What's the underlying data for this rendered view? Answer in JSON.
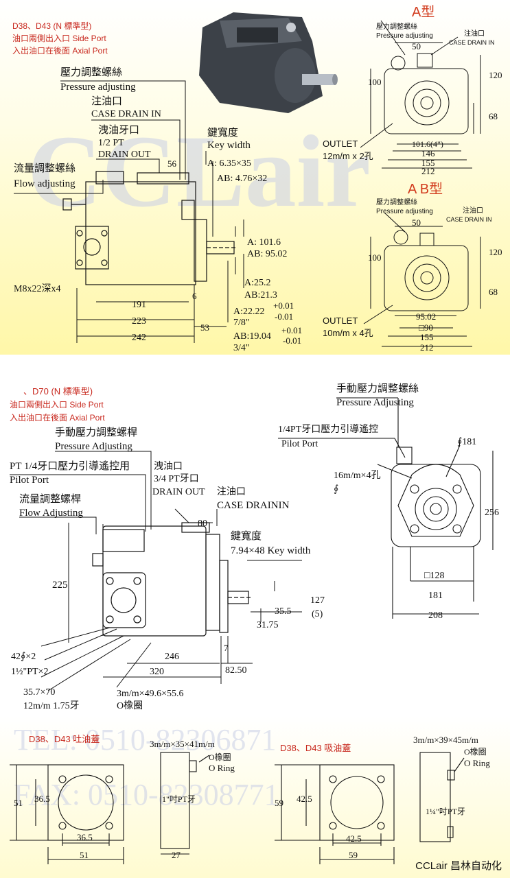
{
  "top": {
    "title_lines": [
      "D38、D43 (N 標準型)",
      "油口兩側出入口 Side Port",
      "入出油口在後面 Axial Port"
    ],
    "labels": {
      "pressure_zh": "壓力調整螺絲",
      "pressure_en": "Pressure adjusting",
      "drain_zh": "注油口",
      "drain_en": "CASE DRAIN IN",
      "drainout_zh": "洩油牙口",
      "drainout_pt": "1/2 PT",
      "drainout_en": "DRAIN OUT",
      "key_zh": "鍵寬度",
      "key_en": "Key width",
      "key_a": "A: 6.35×35",
      "key_ab": "AB: 4.76×32",
      "flow_zh": "流量調整螺絲",
      "flow_en": "Flow adjusting",
      "bolt": "M8x22深x4",
      "d56": "56",
      "a_1016": "A: 101.6",
      "ab_9502": "AB: 95.02",
      "a_252": "A:25.2",
      "ab_213": "AB:21.3",
      "a_2222": "A:22.22",
      "tol_a_plus": "+0.01",
      "tol_a_minus": "-0.01",
      "a_inch": "7/8\"",
      "ab_1904": "AB:19.04",
      "tol_ab_plus": "+0.01",
      "tol_ab_minus": "-0.01",
      "ab_inch": "3/4\"",
      "d6": "6",
      "d191": "191",
      "d223": "223",
      "d242": "242",
      "d53": "53"
    },
    "a_type": {
      "title": "A型",
      "pressure_zh": "壓力調整螺絲",
      "pressure_en": "Pressure adjusting",
      "drain_zh": "注油口",
      "drain_en": "CASE DRAIN IN",
      "d50": "50",
      "d100": "100",
      "d120": "120",
      "d68": "68",
      "d1016": "101.6(4\")",
      "d146": "146",
      "d155": "155",
      "d212": "212",
      "outlet": "OUTLET",
      "outlet_spec": "12m/m x 2孔"
    },
    "ab_type": {
      "title": "A B型",
      "pressure_zh": "壓力調整螺絲",
      "pressure_en": "Pressure adjusting",
      "drain_zh": "注油口",
      "drain_en": "CASE DRAIN IN",
      "d50": "50",
      "d100": "100",
      "d120": "120",
      "d68": "68",
      "d9502": "95.02",
      "d90": "□90",
      "d155": "155",
      "d212": "212",
      "outlet": "OUTLET",
      "outlet_spec": "10m/m x 4孔"
    }
  },
  "mid": {
    "title_lines": [
      "、D70 (N 標準型)",
      "油口兩側出入口 Side Port",
      "入出油口在後面 Axial Port"
    ],
    "labels": {
      "manual_zh": "手動壓力調整螺桿",
      "manual_en": "Pressure Adjusting",
      "pilot_zh": "PT 1/4牙口壓力引導遙控用",
      "pilot_en": "Pilot Port",
      "drainout_zh": "洩油口",
      "drainout_pt": "3/4 PT牙口",
      "drainout_en": "DRAIN  OUT",
      "drain_zh": "注油口",
      "drain_en": "CASE DRAININ",
      "flow_zh": "流量調整螺桿",
      "flow_en": "Flow Adjusting",
      "key_zh": "鍵寬度",
      "key_spec": "7.94×48 Key  width",
      "d80": "80",
      "d225": "225",
      "d127": "127",
      "d5": "(5)",
      "d355": "35.5",
      "d3175": "31.75",
      "d42": "42∮×2",
      "d112pt": "1½\"PT×2",
      "d246": "246",
      "d7": "7",
      "d320": "320",
      "d8250": "82.50",
      "d357": "35.7×70",
      "d12mm": "12m/m  1.75牙",
      "oring_spec": "3m/m×49.6×55.6",
      "oring_zh": "O橡圈"
    },
    "side": {
      "manual_zh": "手動壓力調整螺絲",
      "manual_en": "Pressure Adjusting",
      "pilot_zh": "1/4PT牙口壓力引導遙控",
      "pilot_en": "Pilot Port",
      "d181c": "∮181",
      "holes": "16m/m×4孔",
      "holes_sym": "∮",
      "d256": "256",
      "d128": "□128",
      "d181": "181",
      "d208": "208"
    }
  },
  "bottom": {
    "left": {
      "title": "D38、D43 吐油蓋",
      "d51v": "51",
      "d365v": "36.5",
      "d365h": "36.5",
      "d51h": "51",
      "oring_spec": "3m/m×35×41m/m",
      "oring_zh": "O橡圈",
      "oring_en": "O Ring",
      "pt": "1\"吋PT牙",
      "d27": "27"
    },
    "right": {
      "title": "D38、D43 吸油蓋",
      "d59v": "59",
      "d425v": "42.5",
      "d425h": "42.5",
      "d59h": "59",
      "oring_spec": "3m/m×39×45m/m",
      "oring_zh": "O橡圈",
      "oring_en": "O Ring",
      "pt": "1¼\"吋PT牙"
    },
    "watermark_tel": "TEL: 0510-82306871",
    "watermark_fax": "FAX: 0510-82308771",
    "brand": "CCLair 昌林自动化"
  },
  "colors": {
    "title_red": "#c8281e",
    "line": "#111111",
    "panel_top": "#fff7a8",
    "watermark": "#c9cfe6"
  }
}
